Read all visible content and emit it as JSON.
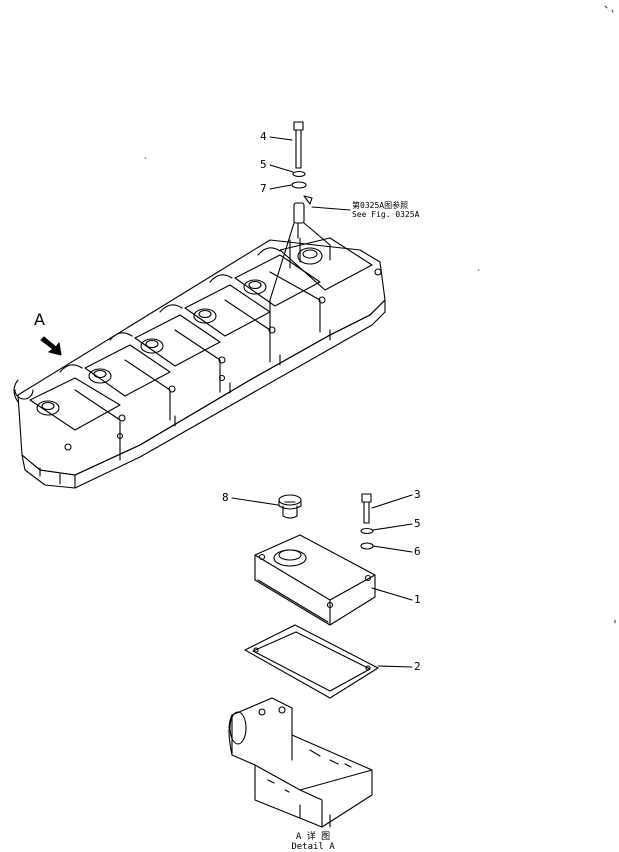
{
  "callouts": {
    "upper": {
      "n4": "4",
      "n5": "5",
      "n7": "7"
    },
    "lower": {
      "n8": "8",
      "n3": "3",
      "n5": "5",
      "n6": "6",
      "n1": "1",
      "n2": "2"
    }
  },
  "view_arrow_label": "A",
  "reference": {
    "line1": "第0325A图参照",
    "line2": "See Fig. 0325A"
  },
  "detail": {
    "line1": "A 详 图",
    "line2": "Detail A"
  }
}
